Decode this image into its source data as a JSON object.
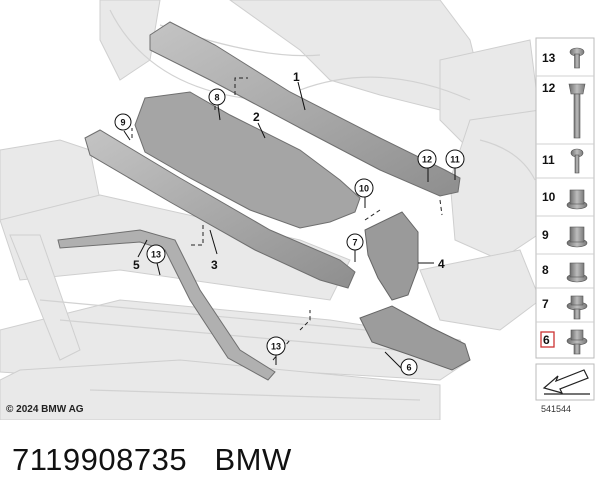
{
  "diagram": {
    "callouts": [
      "1",
      "2",
      "3",
      "4",
      "5",
      "6",
      "7",
      "8",
      "9",
      "10",
      "11",
      "12",
      "13",
      "13"
    ],
    "legend": [
      "13",
      "12",
      "11",
      "10",
      "9",
      "8",
      "7",
      "6"
    ],
    "highlighted_item": "6",
    "colors": {
      "background": "#ffffff",
      "ghost_parts": "#e6e6e6",
      "highlight_parts": "#a9a9a9",
      "highlight_box": "#cc3333"
    }
  },
  "footer": {
    "copyright": "© 2024 BMW AG",
    "diagram_id": "541544"
  },
  "part_info": {
    "part_number": "7119908735",
    "brand": "BMW"
  }
}
